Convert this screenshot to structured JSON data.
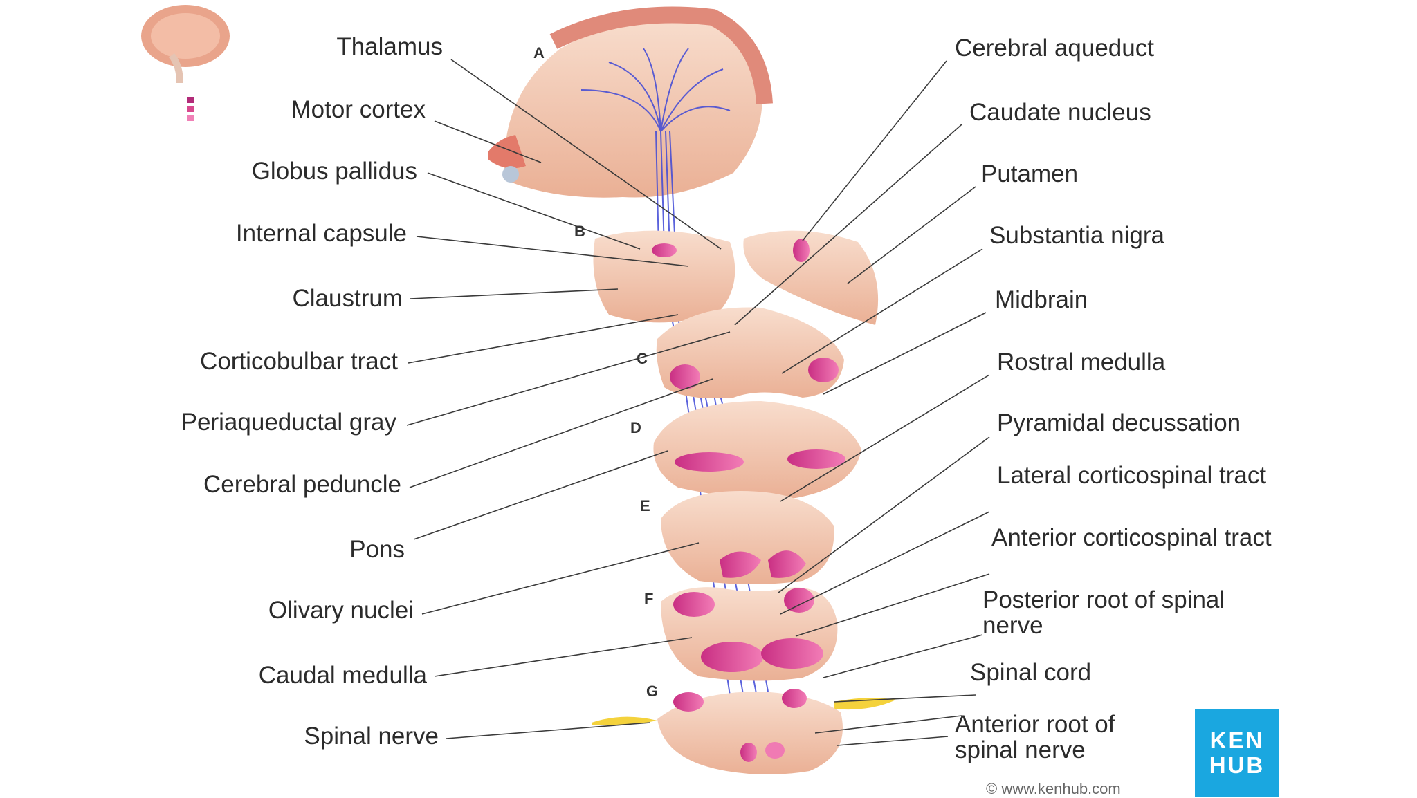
{
  "labels_left": {
    "thalamus": "Thalamus",
    "motor_cortex": "Motor cortex",
    "globus_pallidus": "Globus pallidus",
    "internal_capsule": "Internal capsule",
    "claustrum": "Claustrum",
    "corticobulbar_tract": "Corticobulbar tract",
    "periaqueductal_gray": "Periaqueductal gray",
    "cerebral_peduncle": "Cerebral peduncle",
    "pons": "Pons",
    "olivary_nuclei": "Olivary nuclei",
    "caudal_medulla": "Caudal medulla",
    "spinal_nerve": "Spinal nerve"
  },
  "labels_right": {
    "cerebral_aqueduct": "Cerebral aqueduct",
    "caudate_nucleus": "Caudate nucleus",
    "putamen": "Putamen",
    "substantia_nigra": "Substantia nigra",
    "midbrain": "Midbrain",
    "rostral_medulla": "Rostral medulla",
    "pyramidal_decussation": "Pyramidal decussation",
    "lateral_corticospinal_tract": "Lateral corticospinal tract",
    "anterior_corticospinal_tract": "Anterior corticospinal tract",
    "posterior_root": "Posterior root of spinal nerve",
    "spinal_cord": "Spinal cord",
    "anterior_root": "Anterior root of spinal nerve"
  },
  "section_letters": [
    "A",
    "B",
    "C",
    "D",
    "E",
    "F",
    "G"
  ],
  "logo": {
    "line1": "KEN",
    "line2": "HUB"
  },
  "copyright": "© www.kenhub.com",
  "colors": {
    "tissue": "#f3c7ae",
    "tissue_dark": "#e7a98c",
    "tract_magenta": "#e0408f",
    "tract_pink": "#f07ab3",
    "fibers": "#3f48d6",
    "nerve_yellow": "#f4d23c",
    "logo_blue": "#1aa7e0"
  }
}
